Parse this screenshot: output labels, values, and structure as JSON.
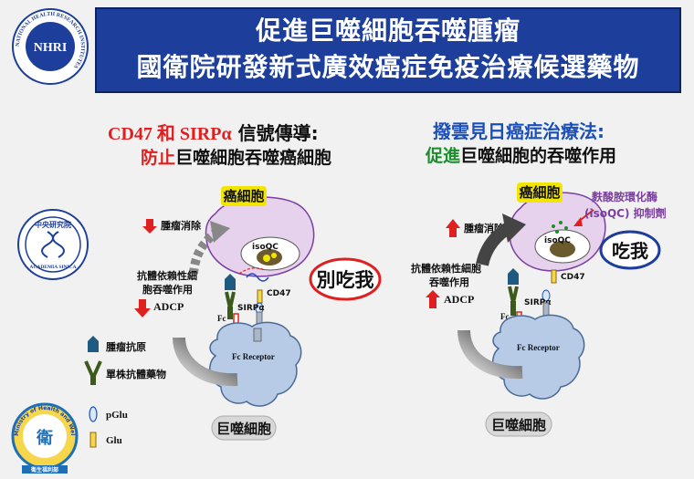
{
  "header": {
    "line1": "促進巨噬細胞吞噬腫瘤",
    "line2": "國衛院研發新式廣效癌症免疫治療候選藥物"
  },
  "logos": {
    "nhri_text": "NHRI",
    "nhri_ring": "NATIONAL HEALTH RESEARCH INSTITUTES",
    "sinica_top": "中央研究院",
    "sinica_bottom": "ACADEMIA SINICA",
    "health_ring": "Ministry of Health and Welfare",
    "health_bottom": "衛生福利部"
  },
  "left": {
    "title_prefix": "CD47 和 SIRPα",
    "title_suffix": " 信號傳導:",
    "subtitle_red": "防止",
    "subtitle_rest": "巨噬細胞吞噬癌細胞",
    "cancer_cell": "癌細胞",
    "tumor_clear": "腫瘤消除",
    "adcp_line1": "抗體依賴性細",
    "adcp_line2": "胞吞噬作用",
    "adcp": "ADCP",
    "dont_eat": "別吃我",
    "isoqc": "isoQC",
    "cd47": "CD47",
    "sirpa": "SIRPα",
    "fc": "Fc",
    "fc_receptor": "Fc Receptor",
    "macrophage": "巨噬細胞"
  },
  "right": {
    "title": "撥雲見日癌症治療法:",
    "subtitle_green": "促進",
    "subtitle_rest": "巨噬細胞的吞噬作用",
    "cancer_cell": "癌細胞",
    "tumor_clear": "腫瘤消除",
    "adcp_line1": "抗體依賴性細胞",
    "adcp_line2": "吞噬作用",
    "adcp": "ADCP",
    "inhibitor_line1": "麩酸胺環化酶",
    "inhibitor_line2": "(isoQC) 抑制劑",
    "eat_me": "吃我",
    "isoqc": "isoQC",
    "cd47": "CD47",
    "sirpa": "SIRPα",
    "fc": "Fc",
    "fc_receptor": "Fc Receptor",
    "macrophage": "巨噬細胞"
  },
  "legend": {
    "antigen": "腫瘤抗原",
    "antibody": "單株抗體藥物",
    "pglu": "pGlu",
    "glu": "Glu"
  },
  "colors": {
    "header_bg": "#1d3f9b",
    "red": "#e02020",
    "green": "#1b8f2b",
    "blue": "#1a4fb8",
    "purple": "#7b3fa0",
    "cancer_cell_fill": "#e6d2ec",
    "macrophage_fill": "#b7cbe6",
    "label_yellow": "#f2e600"
  }
}
